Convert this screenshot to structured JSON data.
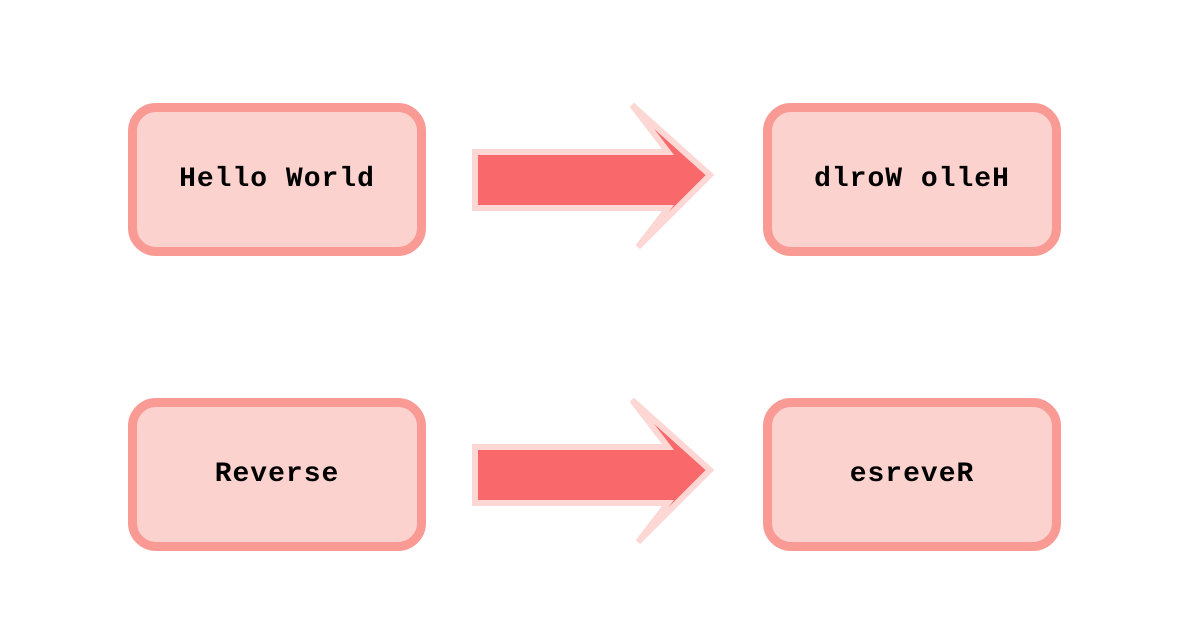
{
  "diagram": {
    "description": "String reversal diagram: input boxes transform to reversed output boxes",
    "rows": [
      {
        "input": "Hello World",
        "output": "dlroW olleH"
      },
      {
        "input": "Reverse",
        "output": "esreveR"
      }
    ],
    "colors": {
      "background": "#ffffff",
      "box_fill": "#fcd2cf",
      "box_border": "#f99b94",
      "arrow_fill": "#f9696b",
      "arrow_outline": "#fcd7d4",
      "text": "#000000"
    }
  }
}
